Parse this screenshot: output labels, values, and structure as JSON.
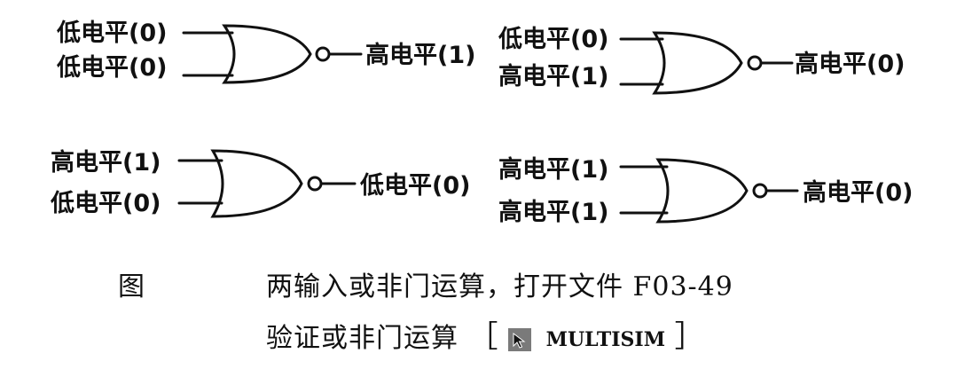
{
  "gates": [
    {
      "inputs": [
        "低电平(0)",
        "低电平(0)"
      ],
      "output": "高电平(1)"
    },
    {
      "inputs": [
        "低电平(0)",
        "高电平(1)"
      ],
      "output": "高电平(0)"
    },
    {
      "inputs": [
        "高电平(1)",
        "低电平(0)"
      ],
      "output": "低电平(0)"
    },
    {
      "inputs": [
        "高电平(1)",
        "高电平(1)"
      ],
      "output": "高电平(0)"
    }
  ],
  "caption": {
    "prefix": "图",
    "line1": "两输入或非门运算，打开文件 F03-49",
    "line2": "验证或非门运算",
    "bracket_open": "［",
    "brand": "MULTISIM",
    "bracket_close": "］"
  },
  "icons": {
    "brand_icon": "cursor-arrow-icon"
  },
  "colors": {
    "ink": "#111111",
    "background": "#ffffff"
  }
}
